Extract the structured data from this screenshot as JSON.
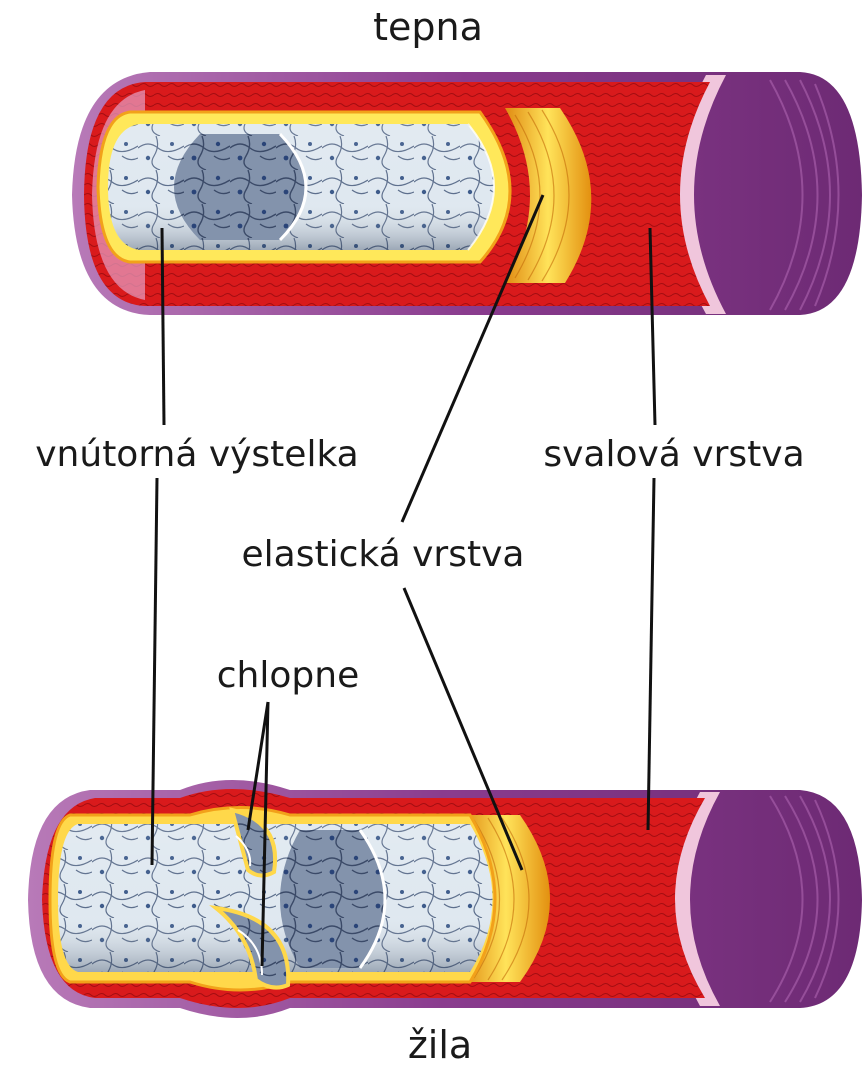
{
  "labels": {
    "artery": "tepna",
    "vein": "žila",
    "inner_lining": "vnútorná výstelka",
    "muscle_layer": "svalová vrstva",
    "elastic_layer": "elastická vrstva",
    "valves": "chlopne"
  },
  "colors": {
    "muscle": "#d8171a",
    "muscle_dark": "#a80e12",
    "elastic": "#f6b31a",
    "elastic_light": "#ffe04a",
    "lining": "#c8d3de",
    "lining_dark": "#5f6f86",
    "outer": "#8a3c8e",
    "outer_light": "#c989c5",
    "edge": "#e6a7c9"
  }
}
